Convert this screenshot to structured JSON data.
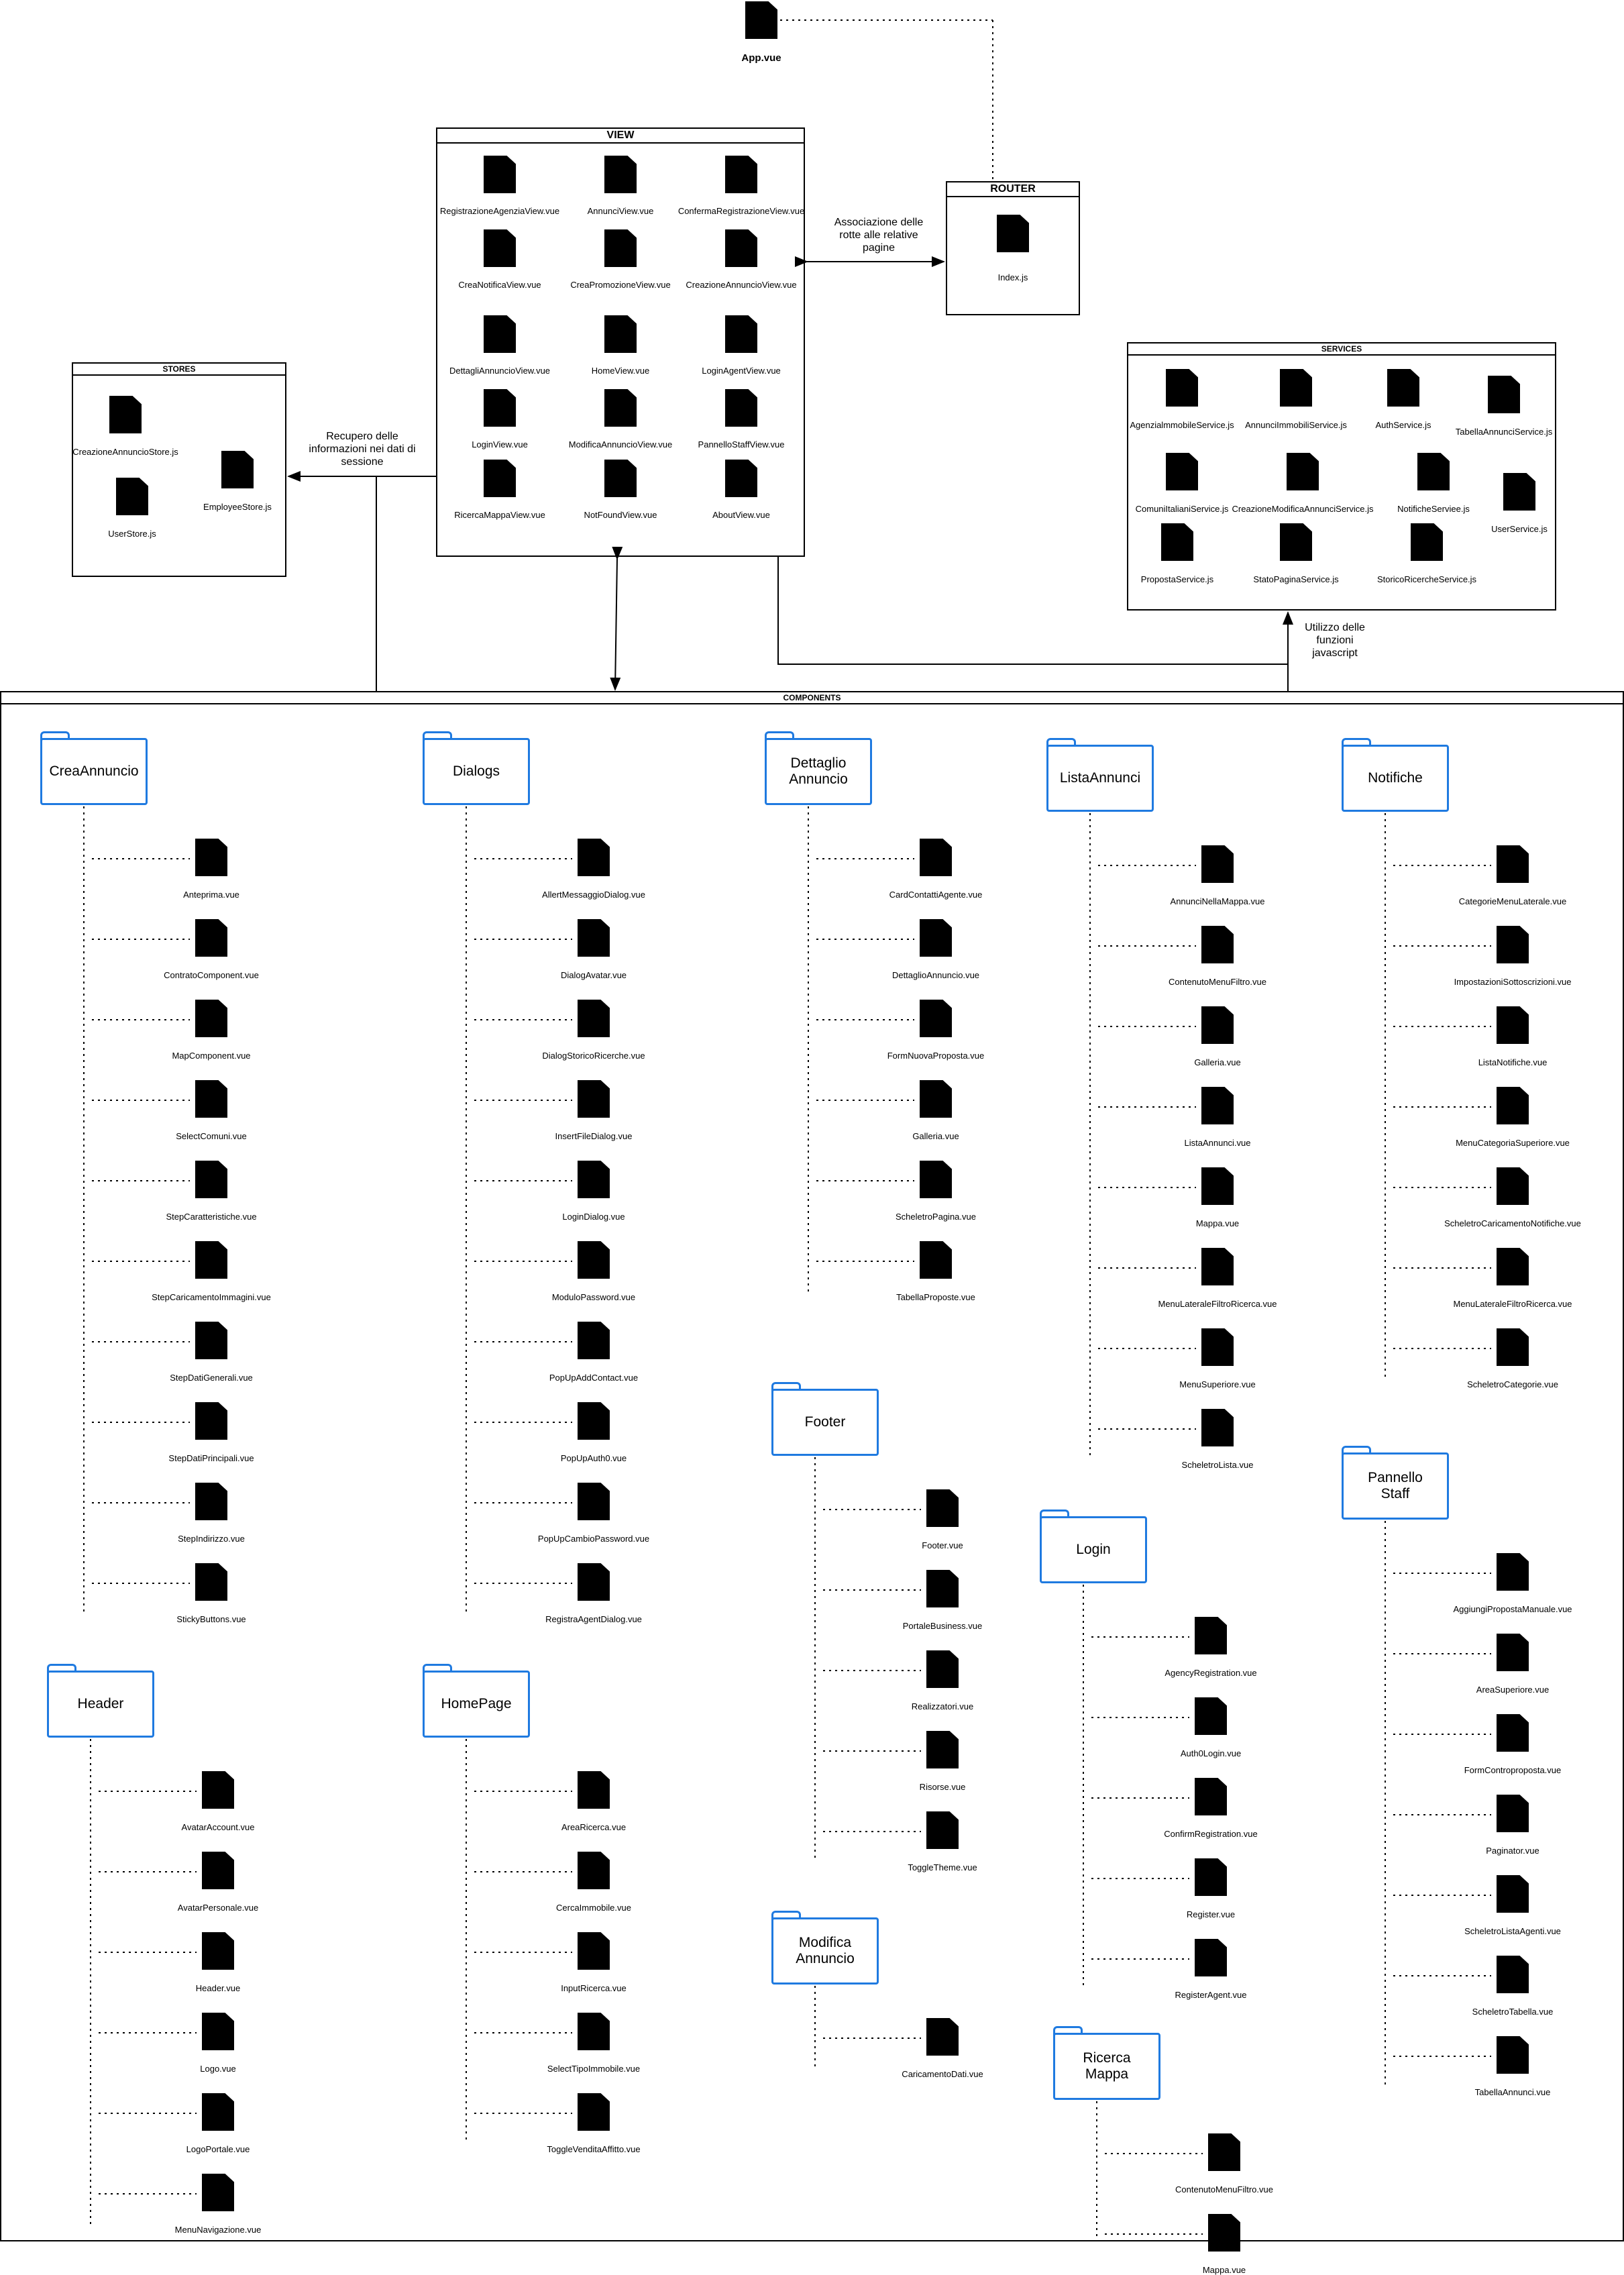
{
  "app_file": "App.vue",
  "router": {
    "title": "ROUTER",
    "files": [
      "Index.js"
    ]
  },
  "view": {
    "title": "VIEW",
    "files": [
      "RegistrazioneAgenziaView.vue",
      "AnnunciView.vue",
      "ConfermaRegistrazioneView.vue",
      "CreaNotificaView.vue",
      "CreaPromozioneView.vue",
      "CreazioneAnnuncioView.vue",
      "DettagliAnnuncioView.vue",
      "HomeView.vue",
      "LoginAgentView.vue",
      "LoginView.vue",
      "ModificaAnnuncioView.vue",
      "PannelloStaffView.vue",
      "RicercaMappaView.vue",
      "NotFoundView.vue",
      "AboutView.vue"
    ]
  },
  "stores": {
    "title": "STORES",
    "files": [
      "CreazioneAnnuncioStore.js",
      "EmployeeStore.js",
      "UserStore.js"
    ]
  },
  "services": {
    "title": "SERVICES",
    "files": [
      "AgenzialmmobileService.js",
      "AnnunciImmobiliService.js",
      "AuthService.js",
      "TabellaAnnunciService.js",
      "ComuniItalianiService.js",
      "CreazioneModificaAnnunciService.js",
      "NotificheServiee.js",
      "UserService.js",
      "PropostaService.js",
      "StatoPaginaService.js",
      "StoricoRicercheService.js"
    ]
  },
  "notes": {
    "router_link": "Associazione delle\nrotte alle relative\npagine",
    "stores_link": "Recupero delle\ninformazioni nei dati di\nsessione",
    "services_link": "Utilizzo delle\nfunzioni\njavascript"
  },
  "components": {
    "title": "COMPONENTS",
    "folders": [
      {
        "name": "CreaAnnuncio",
        "files": [
          "Anteprima.vue",
          "ContratoComponent.vue",
          "MapComponent.vue",
          "SelectComuni.vue",
          "StepCaratteristiche.vue",
          "StepCaricamentoImmagini.vue",
          "StepDatiGenerali.vue",
          "StepDatiPrincipali.vue",
          "StepIndirizzo.vue",
          "StickyButtons.vue"
        ]
      },
      {
        "name": "Dialogs",
        "files": [
          "AllertMessaggioDialog.vue",
          "DialogAvatar.vue",
          "DialogStoricoRicerche.vue",
          "InsertFileDialog.vue",
          "LoginDialog.vue",
          "ModuloPassword.vue",
          "PopUpAddContact.vue",
          "PopUpAuth0.vue",
          "PopUpCambioPassword.vue",
          "RegistraAgentDialog.vue"
        ]
      },
      {
        "name": "Dettaglio\nAnnuncio",
        "files": [
          "CardContattiAgente.vue",
          "DettaglioAnnuncio.vue",
          "FormNuovaProposta.vue",
          "Galleria.vue",
          "ScheletroPagina.vue",
          "TabellaProposte.vue"
        ]
      },
      {
        "name": "ListaAnnunci",
        "files": [
          "AnnunciNellaMappa.vue",
          "ContenutoMenuFiltro.vue",
          "Galleria.vue",
          "ListaAnnunci.vue",
          "Mappa.vue",
          "MenuLateraleFiltroRicerca.vue",
          "MenuSuperiore.vue",
          "ScheletroLista.vue"
        ]
      },
      {
        "name": "Notifiche",
        "files": [
          "CategorieMenuLaterale.vue",
          "ImpostazioniSottoscrizioni.vue",
          "ListaNotifiche.vue",
          "MenuCategoriaSuperiore.vue",
          "ScheletroCaricamentoNotifiche.vue",
          "MenuLateraleFiltroRicerca.vue",
          "ScheletroCategorie.vue"
        ]
      },
      {
        "name": "Footer",
        "files": [
          "Footer.vue",
          "PortaleBusiness.vue",
          "Realizzatori.vue",
          "Risorse.vue",
          "ToggleTheme.vue"
        ]
      },
      {
        "name": "Pannello\nStaff",
        "files": [
          "AggiungiPropostaManuale.vue",
          "AreaSuperiore.vue",
          "FormControproposta.vue",
          "Paginator.vue",
          "ScheletroListaAgenti.vue",
          "ScheletroTabella.vue",
          "TabellaAnnunci.vue"
        ]
      },
      {
        "name": "Login",
        "files": [
          "AgencyRegistration.vue",
          "Auth0Login.vue",
          "ConfirmRegistration.vue",
          "Register.vue",
          "RegisterAgent.vue"
        ]
      },
      {
        "name": "Header",
        "files": [
          "AvatarAccount.vue",
          "AvatarPersonale.vue",
          "Header.vue",
          "Logo.vue",
          "LogoPortale.vue",
          "MenuNavigazione.vue"
        ]
      },
      {
        "name": "HomePage",
        "files": [
          "AreaRicerca.vue",
          "CercaImmobile.vue",
          "InputRicerca.vue",
          "SelectTipoImmobile.vue",
          "ToggleVenditaAffitto.vue"
        ]
      },
      {
        "name": "Modifica\nAnnuncio",
        "files": [
          "CaricamentoDati.vue"
        ]
      },
      {
        "name": "Ricerca\nMappa",
        "files": [
          "ContenutoMenuFiltro.vue",
          "Mappa.vue"
        ]
      }
    ]
  }
}
